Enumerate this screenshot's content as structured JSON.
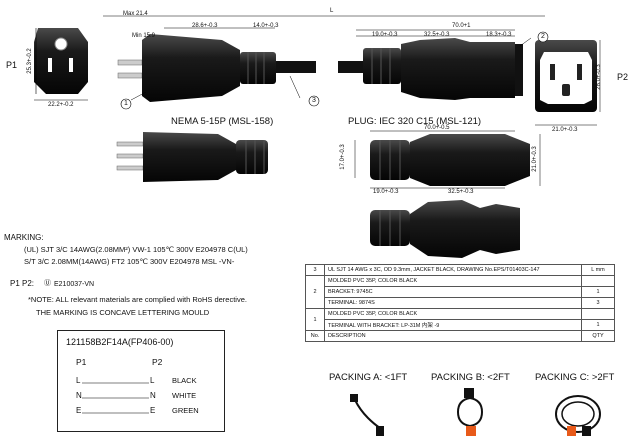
{
  "dimensions": {
    "max": "Max 21.4",
    "min": "Min 15.9",
    "d1": "28.6+-0.3",
    "d2": "14.0+-0.3",
    "L": "L",
    "d3": "70.0+1",
    "d4": "19.0+-0.3",
    "d5": "32.5+-0.3",
    "d6": "18.3+-0.3",
    "p1_h": "25.3+-0.2",
    "p1_w": "22.2+-0.2",
    "p2_h": "28.0+-0.3",
    "p2_w": "21.0+-0.3",
    "mid_w": "70.0+-0.5",
    "mid_h1": "17.0+-0.3",
    "mid_h2": "21.0+-0.3",
    "mid_b1": "19.0+-0.3",
    "mid_b2": "32.5+-0.3"
  },
  "labels": {
    "p1": "P1",
    "p2": "P2",
    "callout1": "1",
    "callout2": "2",
    "callout3": "3",
    "nema": "NEMA 5-15P (MSL-158)",
    "iec": "PLUG: IEC 320 C15 (MSL-121)"
  },
  "marking": {
    "title": "MARKING:",
    "line1": "(UL) SJT  3/C  14AWG(2.08MM²)  VW-1  105℃  300V  E204978  C(UL)",
    "line2": "S/T  3/C  2.08MM(14AWG)  FT2  105℃  300V  E204978  MSL  -VN-",
    "p1p2": "P1 P2:",
    "ul_code": "E210037-VN",
    "note": "*NOTE: ALL relevant materials are complied with RoHS derective.",
    "note2": "THE MARKING IS CONCAVE LETTERING MOULD"
  },
  "wiring": {
    "part": "121158B2F14A(FP406-00)",
    "col1": "P1",
    "col2": "P2",
    "rows": [
      {
        "a": "L",
        "b": "L",
        "color": "BLACK"
      },
      {
        "a": "N",
        "b": "N",
        "color": "WHITE"
      },
      {
        "a": "E",
        "b": "E",
        "color": "GREEN"
      }
    ]
  },
  "spec_table": [
    {
      "no": "3",
      "desc": "UL SJT 14 AWG x 3C, OD 9.3mm, JACKET BLACK, DRAWING No.EPS/T01403C-147",
      "qty": "L mm"
    },
    {
      "no": "2",
      "desc": "MOLDED PVC 35P, COLOR BLACK",
      "qty": ""
    },
    {
      "no": "",
      "desc": "BRACKET: 9745C",
      "qty": "1"
    },
    {
      "no": "",
      "desc": "TERMINAL: 9874S",
      "qty": "3"
    },
    {
      "no": "1",
      "desc": "MOLDED PVC 35P, COLOR BLACK",
      "qty": ""
    },
    {
      "no": "",
      "desc": "TERMINAL WITH BRACKET: LP-31M 内架 -9",
      "qty": "1"
    },
    {
      "no": "No.",
      "desc": "DESCRIPTION",
      "qty": "QTY"
    }
  ],
  "packing": {
    "a": "PACKING A: <1FT",
    "b": "PACKING B: <2FT",
    "c": "PACKING C: >2FT"
  }
}
